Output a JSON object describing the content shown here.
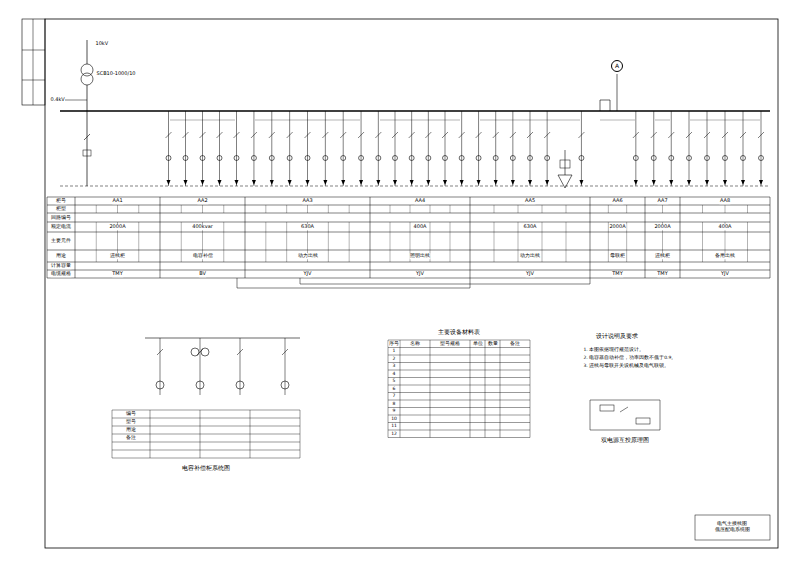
{
  "diagram": {
    "nodes": [
      {
        "text": [
          "A"
        ]
      },
      {
        "text": [
          "电气主接线图",
          "低压配电系统图"
        ]
      }
    ],
    "labels": [
      "柜号",
      "柜型",
      "回路编号",
      "额定电流",
      "主要元件",
      "用途",
      "计算容量",
      "电缆规格",
      "AA1",
      "AA2",
      "AA3",
      "AA4",
      "AA5",
      "AA6",
      "AA7",
      "AA8",
      "进线柜",
      "电容补偿",
      "动力出线",
      "照明出线",
      "动力出线",
      "母联柜",
      "进线柜",
      "备用出线",
      "2000A",
      "400kvar",
      "630A",
      "400A",
      "630A",
      "2000A",
      "2000A",
      "400A",
      "TMY",
      "BV",
      "YJV",
      "YJV",
      "YJV",
      "TMY",
      "TMY",
      "YJV",
      "10kV",
      "SCB10-1000/10",
      "0.4kV",
      "电容补偿柜系统图",
      "主要设备材料表",
      "设计说明及要求",
      "双电源互投原理图",
      "序号",
      "名称",
      "型号规格",
      "单位",
      "数量",
      "备注",
      "1",
      "2",
      "3",
      "4",
      "5",
      "6",
      "7",
      "8",
      "9",
      "10",
      "11",
      "12",
      "编号",
      "型号",
      "用途",
      "备注",
      "1. 本图依据现行规范设计。",
      "2. 电容器自动补偿，功率因数不低于0.9。",
      "3. 进线与母联开关设机械及电气联锁。"
    ]
  }
}
